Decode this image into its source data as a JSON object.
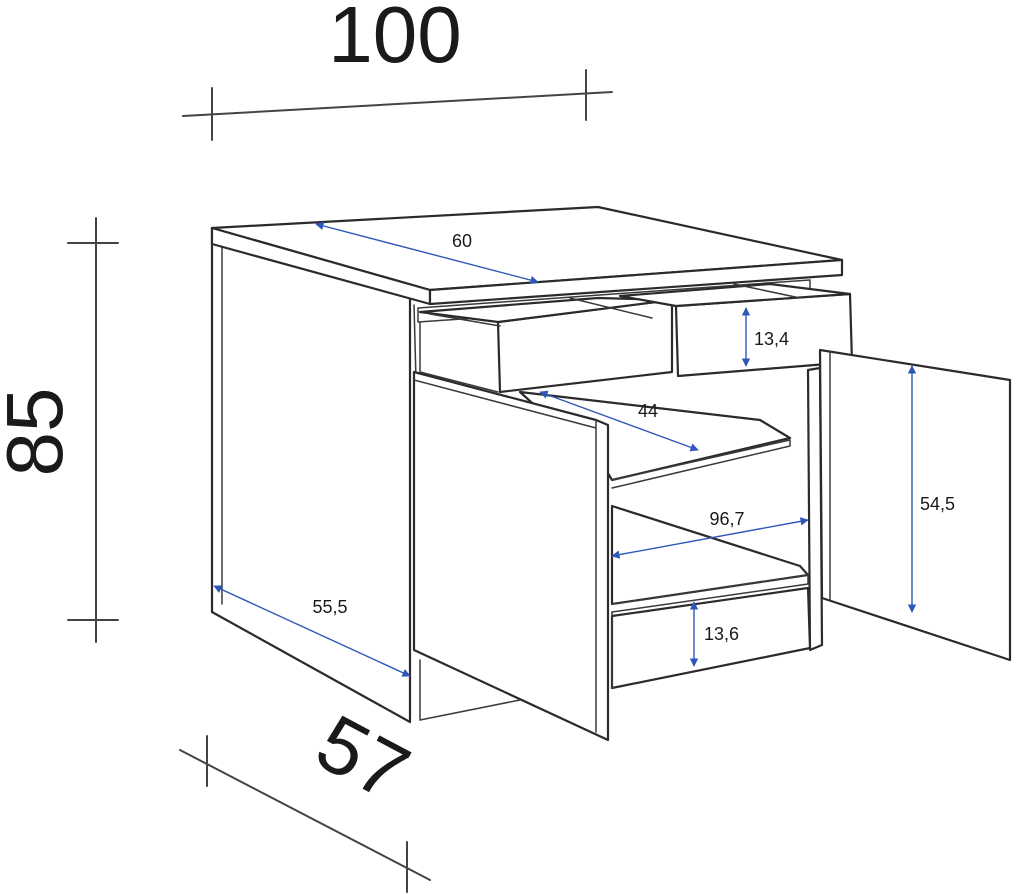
{
  "overall": {
    "width": "100",
    "height": "85",
    "depth": "57"
  },
  "inner": {
    "top_depth": "60",
    "drawer_height": "13,4",
    "shelf_depth": "44",
    "inner_width": "96,7",
    "door_height": "54,5",
    "side_depth": "55,5",
    "bottom_drawer_height": "13,6"
  },
  "colors": {
    "outline": "#2b2b2b",
    "dimension_arrow": "#2e57b8"
  }
}
